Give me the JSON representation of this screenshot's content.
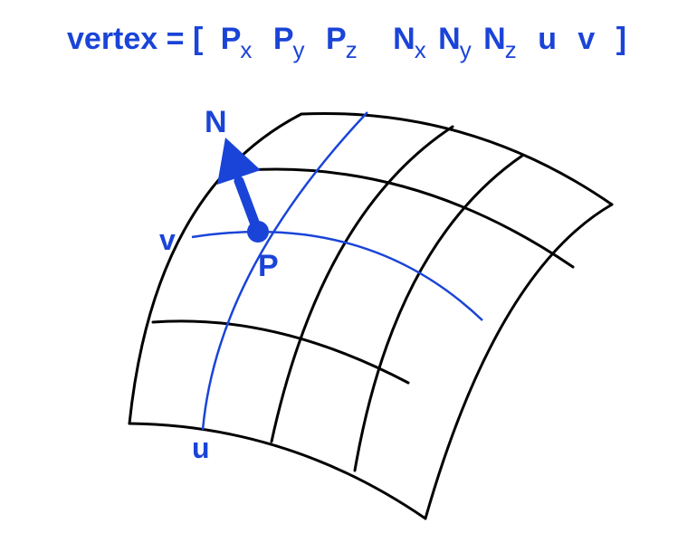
{
  "formula": {
    "prefix": "vertex = [",
    "components": [
      {
        "base": "P",
        "sub": "x"
      },
      {
        "base": "P",
        "sub": "y"
      },
      {
        "base": "P",
        "sub": "z"
      },
      {
        "base": "N",
        "sub": "x"
      },
      {
        "base": "N",
        "sub": "y"
      },
      {
        "base": "N",
        "sub": "z"
      },
      {
        "base": "u",
        "sub": ""
      },
      {
        "base": "v",
        "sub": ""
      }
    ],
    "suffix": "]"
  },
  "labels": {
    "normal": "N",
    "point": "P",
    "u": "u",
    "v": "v"
  },
  "colors": {
    "accent": "#1a44d8",
    "grid": "#000000",
    "background": "#ffffff"
  }
}
